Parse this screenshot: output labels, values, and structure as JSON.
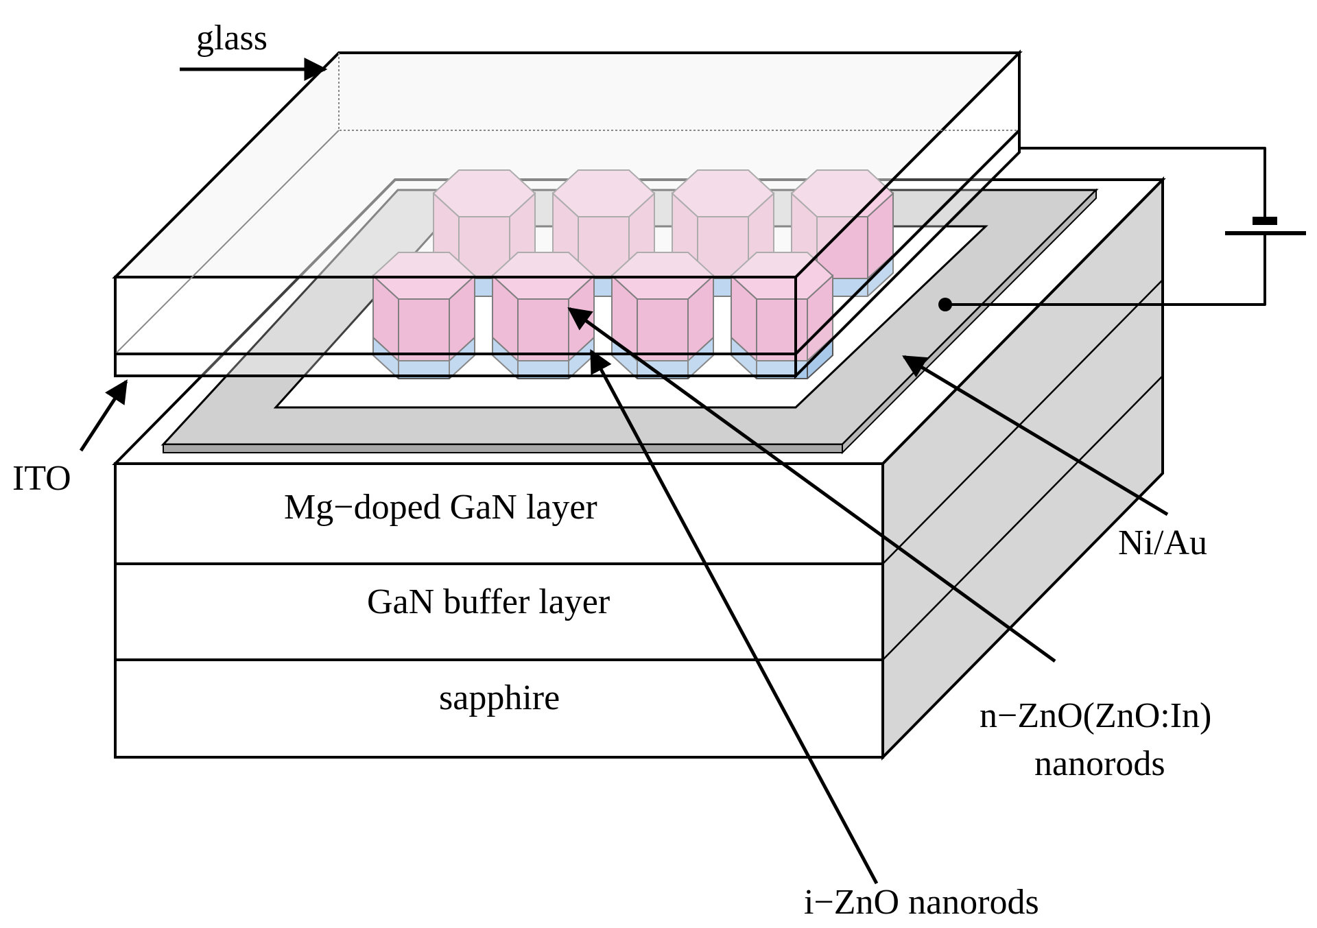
{
  "labels": {
    "glass": "glass",
    "ito": "ITO",
    "mg_layer": "Mg−doped GaN layer",
    "buffer_layer": "GaN buffer layer",
    "sapphire": "sapphire",
    "ni_au": "Ni/Au",
    "n_zno_line1": "n−ZnO(ZnO:In)",
    "n_zno_line2": "nanorods",
    "i_zno": "i−ZnO nanorods"
  },
  "colors": {
    "nanorod_top": "#f3bfdc",
    "nanorod_side": "#e8a6c8",
    "nanorod_base": "#a9c9ea",
    "contact": "#d3d3d3",
    "side_face": "#d6d6d6",
    "glass_top": "#f4f4f4"
  },
  "nanorods": {
    "back_row_count": 4,
    "front_row_count": 4
  }
}
